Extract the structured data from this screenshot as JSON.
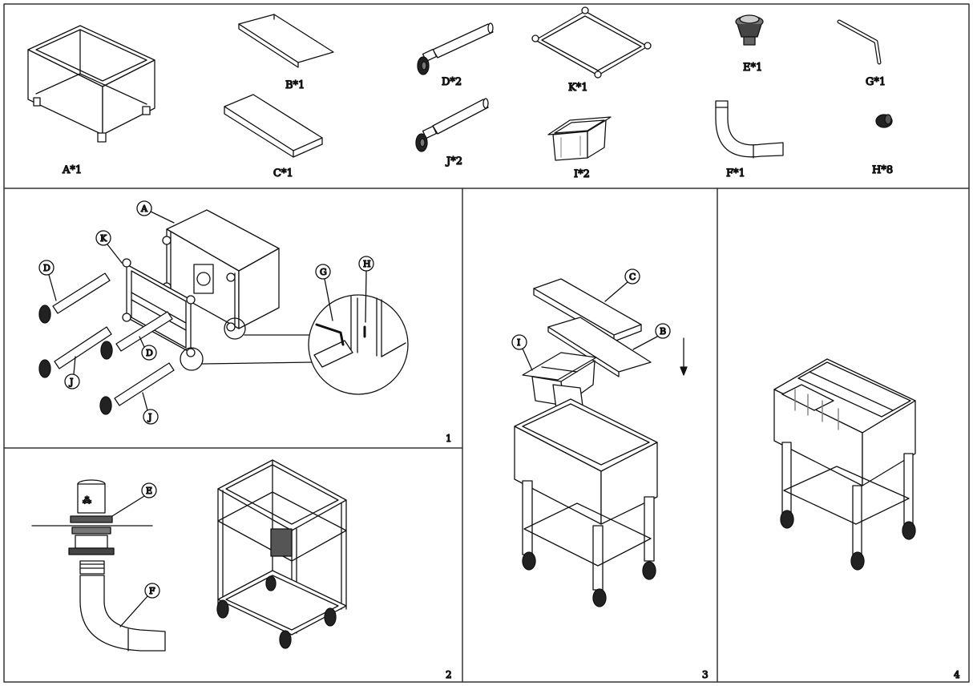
{
  "parts": [
    {
      "id": "A",
      "label": "A*1"
    },
    {
      "id": "B",
      "label": "B*1"
    },
    {
      "id": "C",
      "label": "C*1"
    },
    {
      "id": "D",
      "label": "D*2"
    },
    {
      "id": "J",
      "label": "J*2"
    },
    {
      "id": "K",
      "label": "K*1"
    },
    {
      "id": "I",
      "label": "I*2"
    },
    {
      "id": "E",
      "label": "E*1"
    },
    {
      "id": "F",
      "label": "F*1"
    },
    {
      "id": "G",
      "label": "G*1"
    },
    {
      "id": "H",
      "label": "H*8"
    }
  ],
  "steps": [
    {
      "number": "1",
      "callouts": [
        "A",
        "K",
        "D",
        "D",
        "J",
        "J",
        "G",
        "H"
      ]
    },
    {
      "number": "2",
      "callouts": [
        "E",
        "F"
      ]
    },
    {
      "number": "3",
      "callouts": [
        "C",
        "B",
        "I"
      ]
    },
    {
      "number": "4",
      "callouts": []
    }
  ],
  "colors": {
    "line": "#111111",
    "frame": "#333333",
    "fill": "#ffffff",
    "shade": "#9a9a9a"
  }
}
